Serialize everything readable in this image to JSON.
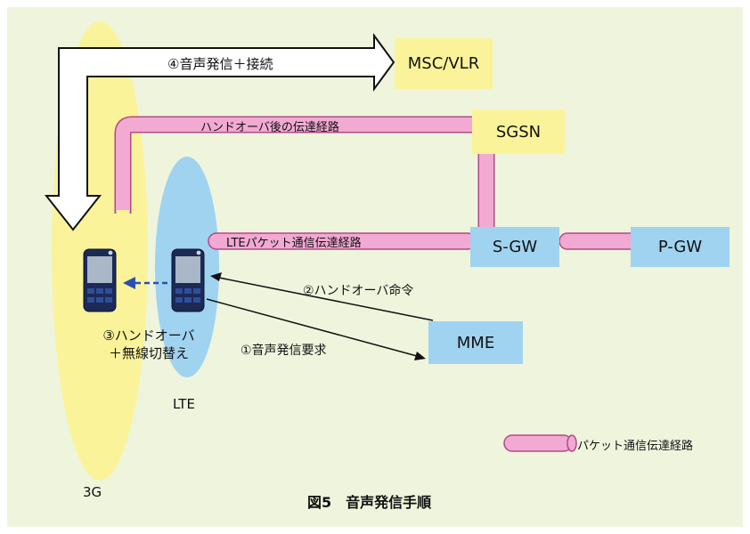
{
  "colors": {
    "background": "#eef5dc",
    "ellipse_3g": "#fbf39a",
    "ellipse_lte": "#9fd3f0",
    "node_yellow": "#fbf39a",
    "node_blue": "#9fd3f0",
    "pipe": "#f2a9d2",
    "pipe_stroke": "#b04a8a",
    "arrow_dashed": "#2a4fb0"
  },
  "icons": [
    "phone-icon-3g",
    "phone-icon-lte"
  ],
  "nodes": {
    "msc_vlr": "MSC/VLR",
    "sgsn": "SGSN",
    "sgw": "S-GW",
    "pgw": "P-GW",
    "mme": "MME"
  },
  "networks": {
    "g3": "3G",
    "lte": "LTE"
  },
  "labels": {
    "step4": "④音声発信＋接続",
    "after_handover_path": "ハンドオーバ後の伝達経路",
    "lte_packet_path": "LTEパケット通信伝達経路",
    "step2": "②ハンドオーバ命令",
    "step1": "①音声発信要求",
    "step3_line1": "③ハンドオーバ",
    "step3_line2": "＋無線切替え"
  },
  "legend": {
    "label": "パケット通信伝達経路"
  },
  "caption": "図5　音声発信手順"
}
